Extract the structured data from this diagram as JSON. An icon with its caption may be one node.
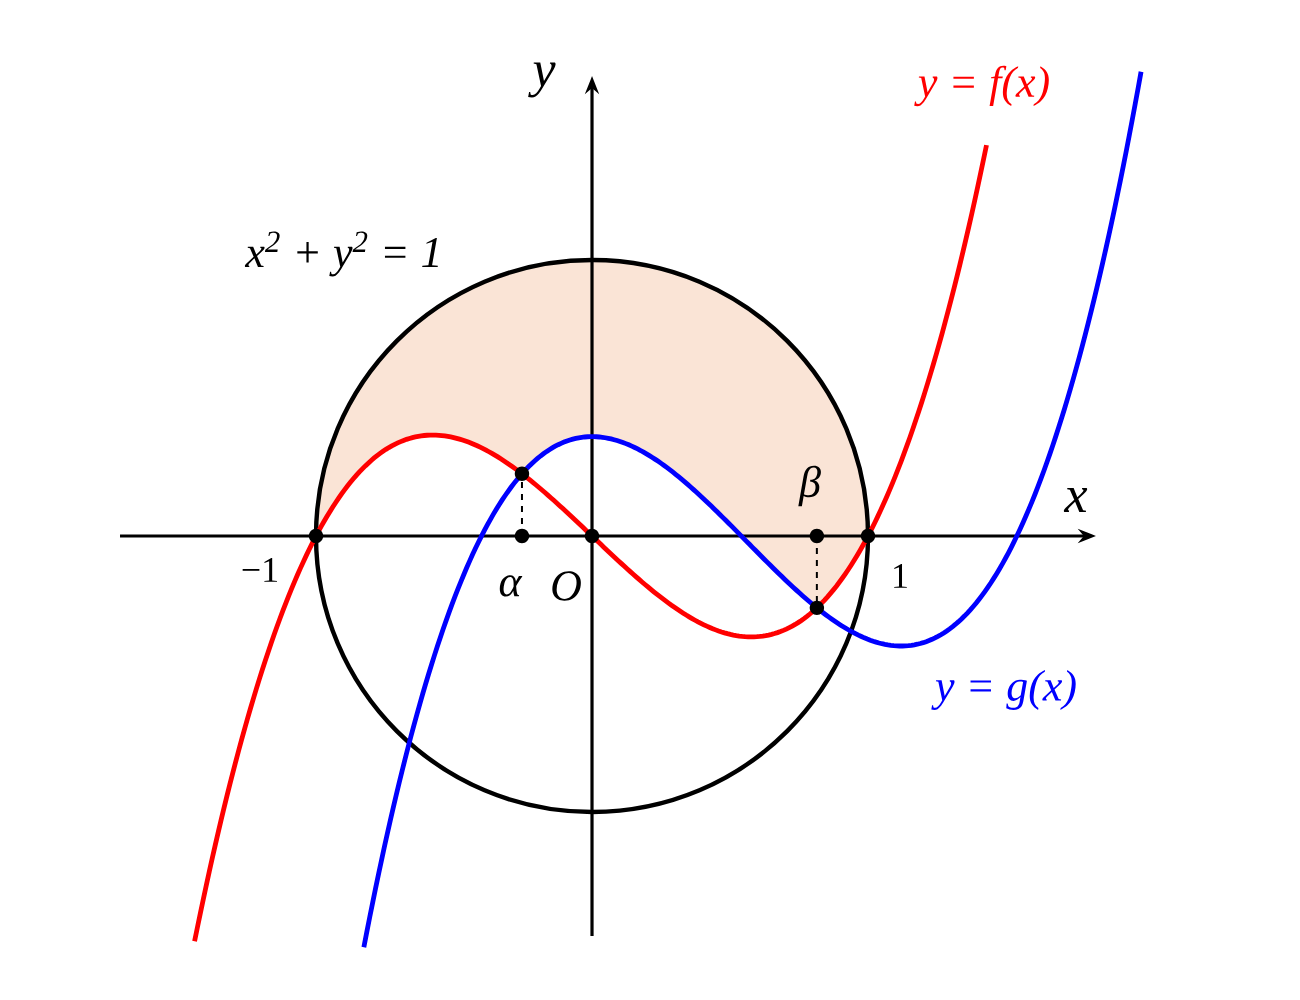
{
  "diagram": {
    "labels": [
      "y",
      "y = f(x)",
      "x$^{2}$ + y$^{2}$ = 1",
      "β",
      "x",
      "−1",
      "α",
      "O",
      "1",
      "y = g(x)"
    ]
  }
}
